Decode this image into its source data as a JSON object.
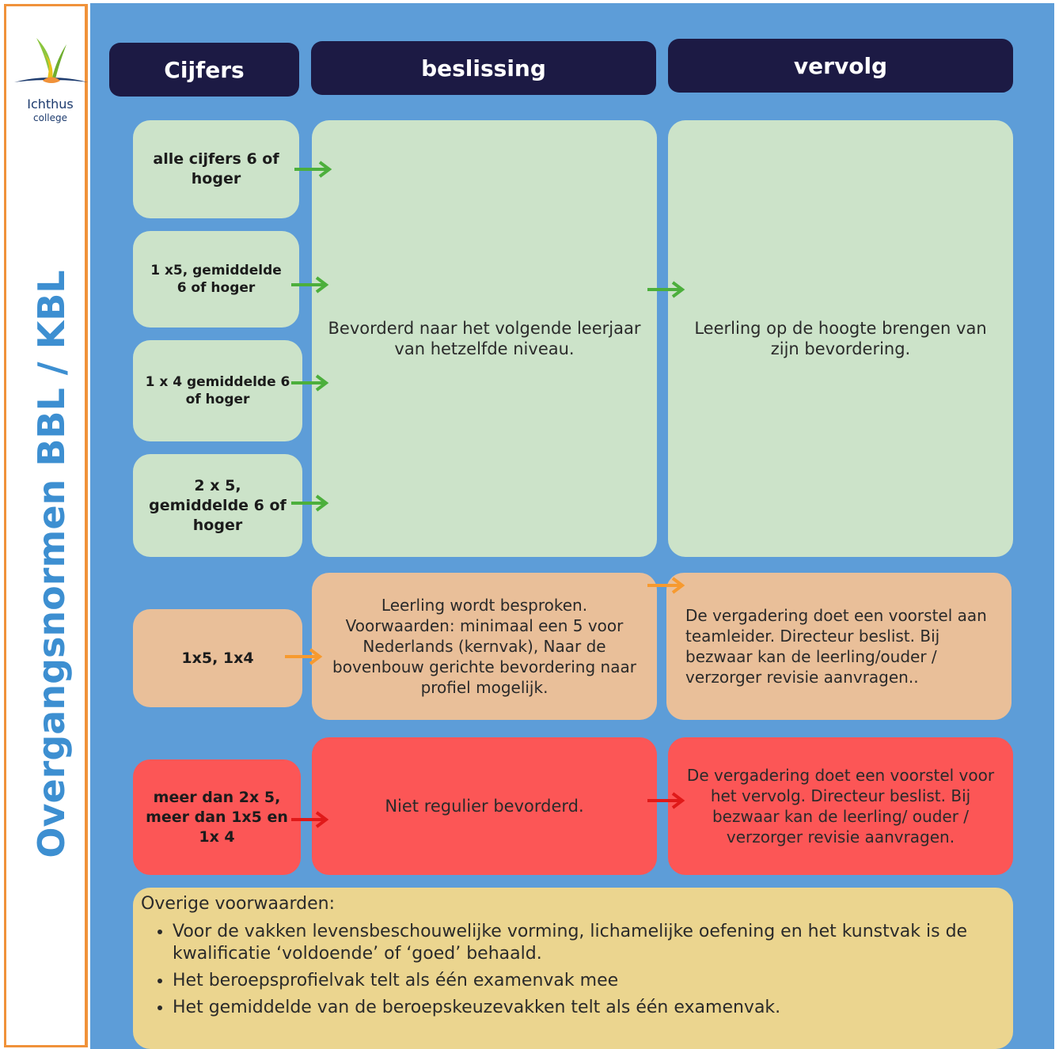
{
  "logo": {
    "name": "Ichthus",
    "sub": "college"
  },
  "side_title": "Overgangsnormen BBL / KBL",
  "headers": {
    "cijfers": "Cijfers",
    "beslissing": "beslissing",
    "vervolg": "vervolg"
  },
  "grades": {
    "g1": "alle cijfers 6 of hoger",
    "g2": "1 x5, gemiddelde 6 of hoger",
    "g3": "1 x 4 gemiddelde 6 of hoger",
    "g4": "2 x 5, gemiddelde 6 of hoger",
    "g5": "1x5, 1x4",
    "g6": "meer dan 2x 5, meer dan 1x5 en 1x 4"
  },
  "decisions": {
    "green": "Bevorderd naar het volgende leerjaar van hetzelfde niveau.",
    "orange": "Leerling wordt besproken. Voorwaarden: minimaal een 5 voor Nederlands (kernvak), Naar de bovenbouw gerichte bevordering naar profiel mogelijk.",
    "red": "Niet  regulier bevorderd."
  },
  "followups": {
    "green": "Leerling op de hoogte brengen van zijn bevordering.",
    "orange": "De vergadering doet een voorstel aan teamleider. Directeur beslist. Bij bezwaar kan de leerling/ouder / verzorger  revisie aanvragen..",
    "red": "De vergadering doet een voorstel voor het vervolg.  Directeur beslist. Bij bezwaar kan de leerling/ ouder / verzorger  revisie aanvragen."
  },
  "notes": {
    "title": "Overige voorwaarden:",
    "items": [
      "Voor de vakken levensbeschouwelijke vorming, lichamelijke oefening en het kunstvak is de kwalificatie ‘voldoende’ of ‘goed’ behaald.",
      "Het beroepsprofielvak telt als één examenvak mee",
      "Het gemiddelde van de beroepskeuzevakken telt als één examenvak."
    ]
  },
  "colors": {
    "panel": "#5d9dd8",
    "header": "#1c1a44",
    "green": "#cce3c9",
    "orange": "#e9bf99",
    "red": "#fc5656",
    "yellow": "#ebd58f",
    "arrow_green": "#4caf3c",
    "arrow_orange": "#f79a2f",
    "arrow_red": "#e01919",
    "title_blue": "#3d8fd1"
  },
  "icons": {
    "arrow": "right-arrow-icon",
    "logo": "ichthus-logo-icon"
  }
}
